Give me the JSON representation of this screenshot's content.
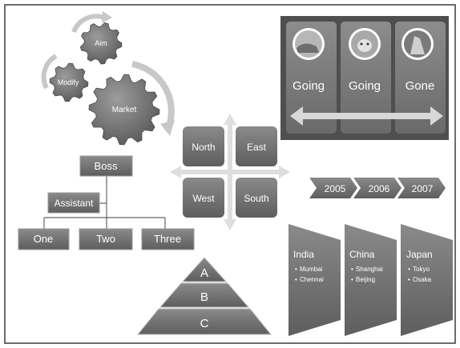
{
  "colors": {
    "shape_dark": "#5f5f5f",
    "shape_mid": "#7b7b7b",
    "shape_light": "#9a9a9a",
    "frame_border": "#3a3a3a",
    "connector": "#666666",
    "arrow_light": "#dedede"
  },
  "gears": {
    "labels": [
      "Aim",
      "Modify",
      "Market"
    ],
    "icon": "gears-with-curved-arrows-icon"
  },
  "timeline_panel": {
    "captions": [
      "Going",
      "Going",
      "Gone"
    ],
    "photo_icons": [
      "sea-ice-photo-icon",
      "polar-bear-photo-icon",
      "iceberg-photo-icon"
    ],
    "arrow_icon": "double-headed-arrow-icon"
  },
  "matrix": {
    "cells": [
      "North",
      "East",
      "West",
      "South"
    ],
    "arrow_icon": "four-way-arrow-cross-icon"
  },
  "org_chart": {
    "top": "Boss",
    "assistant": "Assistant",
    "children": [
      "One",
      "Two",
      "Three"
    ]
  },
  "chevrons": {
    "years": [
      "2005",
      "2006",
      "2007"
    ]
  },
  "pyramid": {
    "levels": [
      "A",
      "B",
      "C"
    ]
  },
  "country_panels": [
    {
      "name": "India",
      "cities": [
        "Mumbai",
        "Chennai"
      ]
    },
    {
      "name": "China",
      "cities": [
        "Shanghai",
        "Beijing"
      ]
    },
    {
      "name": "Japan",
      "cities": [
        "Tokyo",
        "Osaka"
      ]
    }
  ]
}
